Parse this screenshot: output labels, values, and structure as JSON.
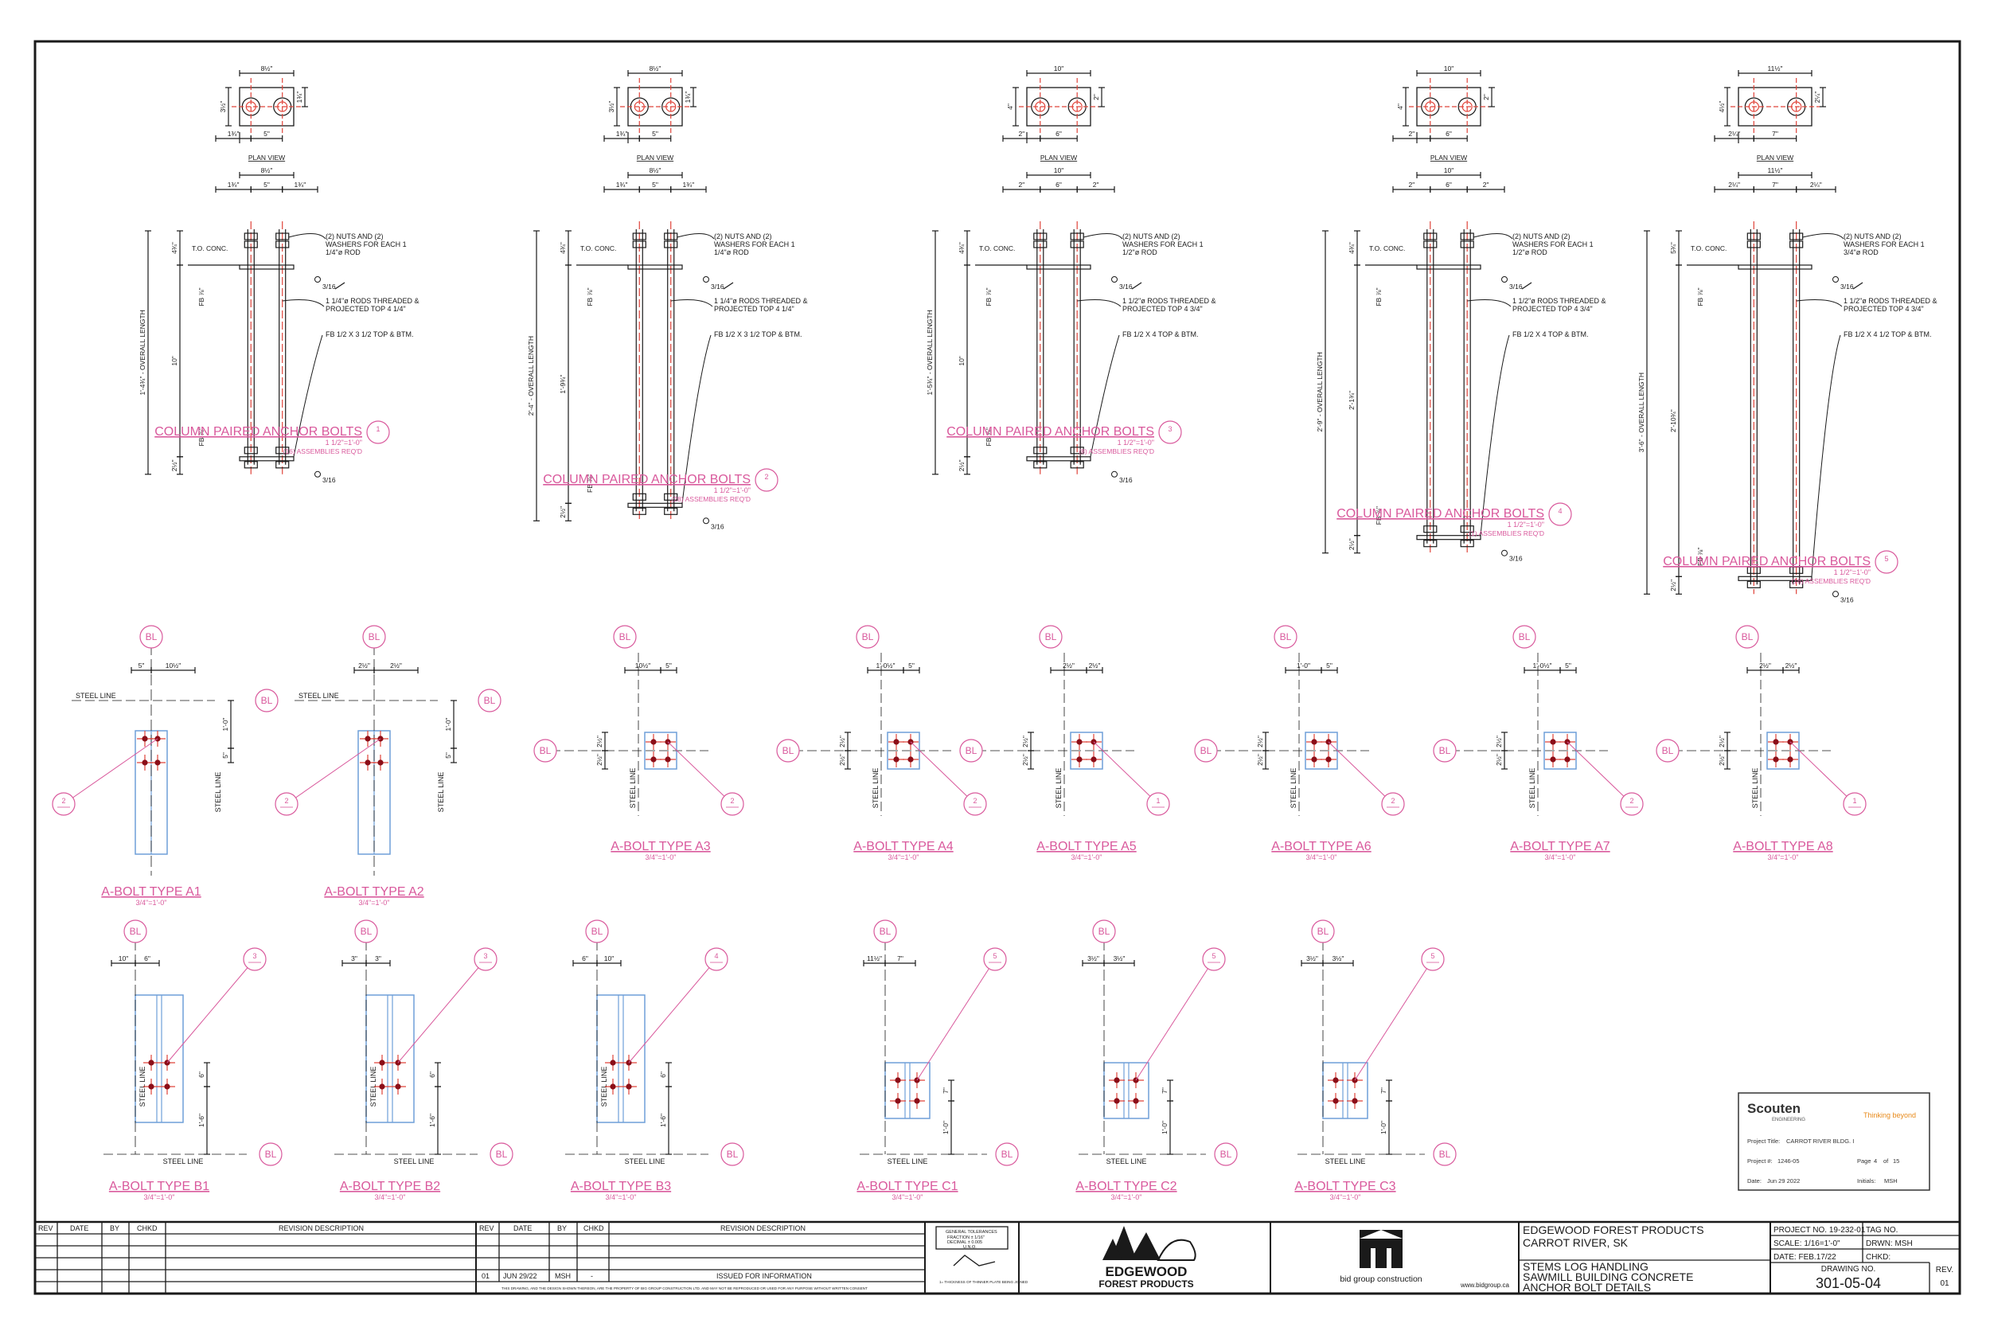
{
  "colors": {
    "ink": "#1a1a1a",
    "accent": "#d9599c",
    "steel": "#6f9fd8",
    "rod": "#e0443a",
    "dot": "#8b0e18"
  },
  "anchors": [
    {
      "title": "COLUMN PAIRED ANCHOR BOLTS",
      "num": "1",
      "scale": "1 1/2\"=1'-0\"",
      "qty": "(16) ASSEMBLIES REQ'D",
      "plan_label": "PLAN VIEW",
      "plan_width": "8½\"",
      "plan_edge": "1¾\"",
      "plan_spacing": "5\"",
      "plan_side": "1¾\"",
      "plan_depth": "3½\"",
      "elev_edge": "1¾\"",
      "elev_spacing": "5\"",
      "elev_width": "8½\"",
      "overall": "1'-4¾\" - OVERALL LENGTH",
      "inner": "10\"",
      "top_emb": "4¾\"",
      "bot_proj": "2½\"",
      "conc": "T.O. CONC.",
      "fb_top": "FB ⅞\"",
      "fb_bot": "FB ⅞\"",
      "note1": "(2) NUTS AND (2) WASHERS FOR EACH 1 1/4\"ø ROD",
      "weld": "3/16",
      "note2": "1 1/4\"ø RODS THREADED & PROJECTED TOP 4 1/4\"",
      "note3": "FB 1/2 X 3 1/2 TOP & BTM."
    },
    {
      "title": "COLUMN PAIRED ANCHOR BOLTS",
      "num": "2",
      "scale": "1 1/2\"=1'-0\"",
      "qty": "(28) ASSEMBLIES REQ'D",
      "plan_label": "PLAN VIEW",
      "plan_width": "8½\"",
      "plan_edge": "1¾\"",
      "plan_spacing": "5\"",
      "plan_side": "1¾\"",
      "plan_depth": "3½\"",
      "elev_edge": "1¾\"",
      "elev_spacing": "5\"",
      "elev_width": "8½\"",
      "overall": "2'-4\" - OVERALL LENGTH",
      "inner": "1'-9¾\"",
      "top_emb": "4¾\"",
      "bot_proj": "2½\"",
      "conc": "T.O. CONC.",
      "fb_top": "FB ⅞\"",
      "fb_bot": "FB ⅞\"",
      "note1": "(2) NUTS AND (2) WASHERS FOR EACH 1 1/4\"ø ROD",
      "weld": "3/16",
      "note2": "1 1/4\"ø RODS THREADED & PROJECTED TOP 4 1/4\"",
      "note3": "FB 1/2 X 3 1/2 TOP & BTM."
    },
    {
      "title": "COLUMN PAIRED ANCHOR BOLTS",
      "num": "3",
      "scale": "1 1/2\"=1'-0\"",
      "qty": "(8) ASSEMBLIES REQ'D",
      "plan_label": "PLAN VIEW",
      "plan_width": "10\"",
      "plan_edge": "2\"",
      "plan_spacing": "6\"",
      "plan_side": "2\"",
      "plan_depth": "4\"",
      "elev_edge": "2\"",
      "elev_spacing": "6\"",
      "elev_width": "10\"",
      "overall": "1'-5¾\" - OVERALL LENGTH",
      "inner": "10\"",
      "top_emb": "4¾\"",
      "bot_proj": "2½\"",
      "conc": "T.O. CONC.",
      "fb_top": "FB ⅞\"",
      "fb_bot": "FB ⅞\"",
      "note1": "(2) NUTS AND (2) WASHERS FOR EACH 1 1/2\"ø ROD",
      "weld": "3/16",
      "note2": "1 1/2\"ø RODS THREADED & PROJECTED TOP 4 3/4\"",
      "note3": "FB 1/2 X 4 TOP & BTM."
    },
    {
      "title": "COLUMN PAIRED ANCHOR BOLTS",
      "num": "4",
      "scale": "1 1/2\"=1'-0\"",
      "qty": "(1) ASSEMBLIES REQ'D",
      "plan_label": "PLAN VIEW",
      "plan_width": "10\"",
      "plan_edge": "2\"",
      "plan_spacing": "6\"",
      "plan_side": "2\"",
      "plan_depth": "4\"",
      "elev_edge": "2\"",
      "elev_spacing": "6\"",
      "elev_width": "10\"",
      "overall": "2'-9\" - OVERALL LENGTH",
      "inner": "2'-1¾\"",
      "top_emb": "4¾\"",
      "bot_proj": "2½\"",
      "conc": "T.O. CONC.",
      "fb_top": "FB ⅞\"",
      "fb_bot": "FB ⅞\"",
      "note1": "(2) NUTS AND (2) WASHERS FOR EACH 1 1/2\"ø ROD",
      "weld": "3/16",
      "note2": "1 1/2\"ø RODS THREADED & PROJECTED TOP 4 3/4\"",
      "note3": "FB 1/2 X 4 TOP & BTM."
    },
    {
      "title": "COLUMN PAIRED ANCHOR BOLTS",
      "num": "5",
      "scale": "1 1/2\"=1'-0\"",
      "qty": "(16) ASSEMBLIES REQ'D",
      "plan_label": "PLAN VIEW",
      "plan_width": "11½\"",
      "plan_edge": "2¼\"",
      "plan_spacing": "7\"",
      "plan_side": "2¼\"",
      "plan_depth": "4½\"",
      "elev_edge": "2¼\"",
      "elev_spacing": "7\"",
      "elev_width": "11½\"",
      "overall": "3'-6\" - OVERALL LENGTH",
      "inner": "2'-10¾\"",
      "top_emb": "5¾\"",
      "bot_proj": "2½\"",
      "conc": "T.O. CONC.",
      "fb_top": "FB ⅞\"",
      "fb_bot": "FB ⅞\"",
      "note1": "(2) NUTS AND (2) WASHERS FOR EACH 1 3/4\"ø ROD",
      "weld": "3/16",
      "note2": "1 1/2\"ø RODS THREADED & PROJECTED TOP 4 3/4\"",
      "note3": "FB 1/2 X 4 1/2 TOP & BTM."
    }
  ],
  "grid_tag": "BL",
  "steel_line": "STEEL LINE",
  "bolt_types": [
    {
      "title": "A-BOLT TYPE A1",
      "scale": "3/4\"=1'-0\"",
      "ref": "2",
      "dim1": "5\"",
      "dim2": "10½\"",
      "v1": "1'-0\"",
      "v2": "5\""
    },
    {
      "title": "A-BOLT TYPE A2",
      "scale": "3/4\"=1'-0\"",
      "ref": "2",
      "dim1": "2½\"",
      "dim2": "2½\"",
      "v1": "1'-0\"",
      "v2": "5\""
    },
    {
      "title": "A-BOLT TYPE A3",
      "scale": "3/4\"=1'-0\"",
      "ref": "2",
      "dim1": "10½\"",
      "dim2": "5\"",
      "v1": "2½\"",
      "v2": "2½\""
    },
    {
      "title": "A-BOLT TYPE A4",
      "scale": "3/4\"=1'-0\"",
      "ref": "2",
      "dim1": "1'-0½\"",
      "dim2": "5\"",
      "v1": "2½\"",
      "v2": "2½\""
    },
    {
      "title": "A-BOLT TYPE A5",
      "scale": "3/4\"=1'-0\"",
      "ref": "1",
      "dim1": "2½\"",
      "dim2": "2½\"",
      "v1": "2½\"",
      "v2": "2½\""
    },
    {
      "title": "A-BOLT TYPE A6",
      "scale": "3/4\"=1'-0\"",
      "ref": "2",
      "dim1": "1'-0\"",
      "dim2": "5\"",
      "v1": "2½\"",
      "v2": "2½\""
    },
    {
      "title": "A-BOLT TYPE A7",
      "scale": "3/4\"=1'-0\"",
      "ref": "2",
      "dim1": "1'-0½\"",
      "dim2": "5\"",
      "v1": "2½\"",
      "v2": "2½\""
    },
    {
      "title": "A-BOLT TYPE A8",
      "scale": "3/4\"=1'-0\"",
      "ref": "1",
      "dim1": "2½\"",
      "dim2": "2½\"",
      "v1": "2½\"",
      "v2": "2½\""
    },
    {
      "title": "A-BOLT TYPE B1",
      "scale": "3/4\"=1'-0\"",
      "ref": "3",
      "dim1": "10\"",
      "dim2": "6\"",
      "v1": "6\"",
      "v2": "1'-6\""
    },
    {
      "title": "A-BOLT TYPE B2",
      "scale": "3/4\"=1'-0\"",
      "ref": "3",
      "dim1": "3\"",
      "dim2": "3\"",
      "v1": "6\"",
      "v2": "1'-6\""
    },
    {
      "title": "A-BOLT TYPE B3",
      "scale": "3/4\"=1'-0\"",
      "ref": "4",
      "dim1": "6\"",
      "dim2": "10\"",
      "v1": "6\"",
      "v2": "1'-6\""
    },
    {
      "title": "A-BOLT TYPE C1",
      "scale": "3/4\"=1'-0\"",
      "ref": "5",
      "dim1": "11½\"",
      "dim2": "7\"",
      "v1": "7\"",
      "v2": "1'-0\""
    },
    {
      "title": "A-BOLT TYPE C2",
      "scale": "3/4\"=1'-0\"",
      "ref": "5",
      "dim1": "3½\"",
      "dim2": "3½\"",
      "v1": "7\"",
      "v2": "1'-0\""
    },
    {
      "title": "A-BOLT TYPE C3",
      "scale": "3/4\"=1'-0\"",
      "ref": "5",
      "dim1": "3½\"",
      "dim2": "3½\"",
      "v1": "7\"",
      "v2": "1'-0\""
    }
  ],
  "stamp": {
    "company": "Scouten",
    "sub": "ENGINEERING",
    "tagline": "Thinking beyond",
    "project_title_label": "Project Title:",
    "project_title": "CARROT RIVER BLDG. I",
    "project_no_label": "Project #:",
    "project_no": "1246-05",
    "page_label": "Page",
    "page": "4",
    "of_label": "of",
    "of": "15",
    "date_label": "Date:",
    "date": "Jun 29 2022",
    "initials_label": "Initials:",
    "initials": "MSH"
  },
  "titleblock": {
    "rev_headers": [
      "REV",
      "DATE",
      "BY",
      "CHKD",
      "REVISION DESCRIPTION"
    ],
    "rev_row": {
      "rev": "01",
      "date": "JUN 29/22",
      "by": "MSH",
      "chkd": "-",
      "desc": "ISSUED FOR INFORMATION"
    },
    "copyright": "THIS DRAWING, AND THE DESIGN SHOWN THEREON, ARE THE PROPERTY OF BIG GROUP CONSTRUCTION LTD. AND MAY NOT BE REPRODUCED OR USED FOR ANY PURPOSE WITHOUT WRITTEN CONSENT",
    "tolerances_title": "GENERAL TOLERANCES",
    "tolerances_1": "FRACTION ± 1/16\"",
    "tolerances_2": "DECIMAL ± 0.005",
    "tolerances_3": "U.N.O.",
    "plate_note": "1= THICKNESS OF THINNER PLATE BEING JOINED",
    "client_logo_1": "EDGEWOOD",
    "client_logo_2": "FOREST PRODUCTS",
    "contractor": "bid group construction",
    "website": "www.bidgroup.ca",
    "client": "EDGEWOOD FOREST PRODUCTS",
    "location": "CARROT RIVER, SK",
    "desc1": "STEMS LOG HANDLING",
    "desc2": "SAWMILL BUILDING CONCRETE",
    "desc3": "ANCHOR BOLT DETAILS",
    "project_no": "PROJECT NO. 19-232-01",
    "tag_no": "TAG NO.",
    "scale": "SCALE: 1/16=1'-0\"",
    "drwn": "DRWN: MSH",
    "date": "DATE:  FEB.17/22",
    "chkd": "CHKD:",
    "drawing_no_label": "DRAWING NO.",
    "drawing_no": "301-05-04",
    "rev_label": "REV.",
    "rev": "01"
  }
}
